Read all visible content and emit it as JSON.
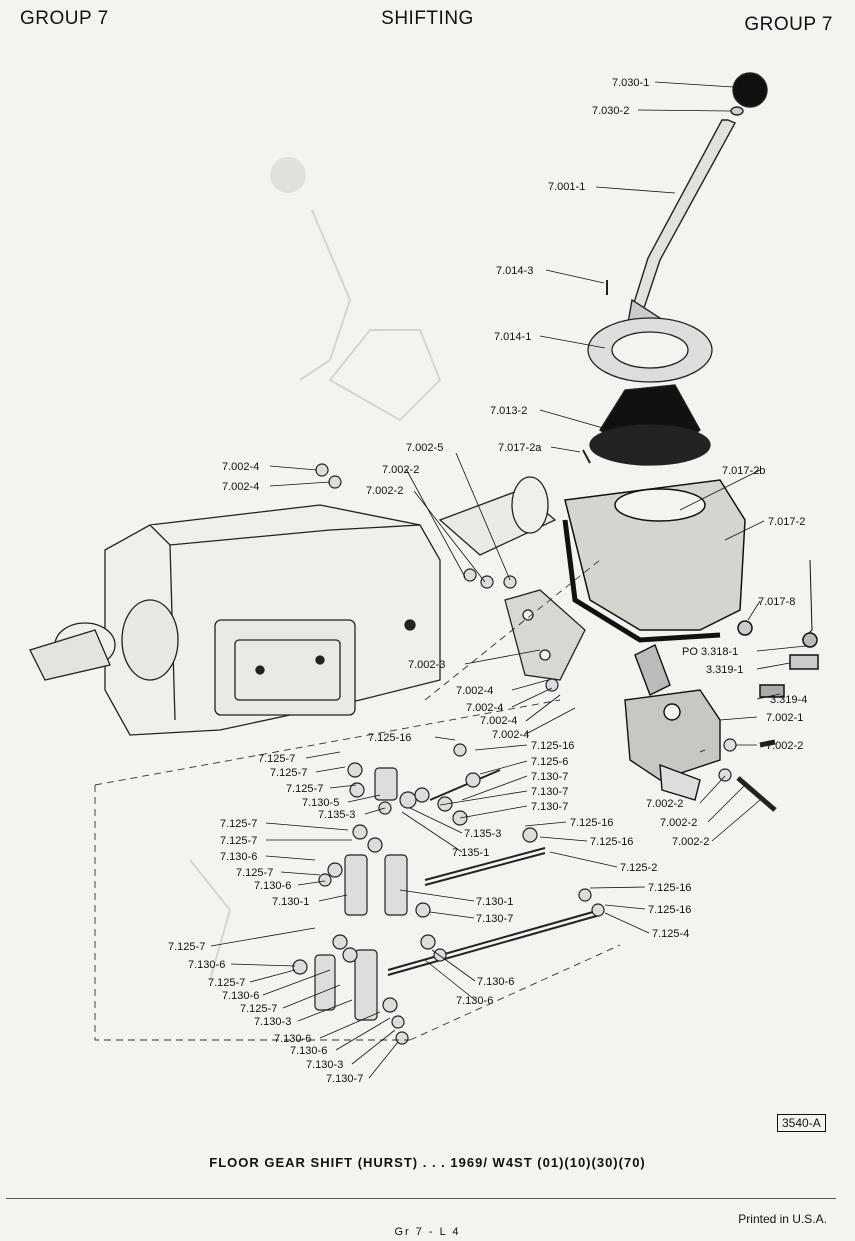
{
  "header": {
    "left": "GROUP 7",
    "center": "SHIFTING",
    "right": "GROUP 7"
  },
  "labels": [
    "7.030-1",
    "7.030-2",
    "7.001-1",
    "7.014-3",
    "7.014-1",
    "7.013-2",
    "7.017-2a",
    "7.002-5",
    "7.002-4",
    "7.002-4",
    "7.002-2",
    "7.002-2",
    "7.017-2b",
    "7.017-2",
    "7.017-8",
    "PO 3.318-1",
    "3.319-1",
    "3.319-4",
    "7.002-1",
    "7.002-2",
    "7.002-3",
    "7.002-4",
    "7.002-4",
    "7.002-4",
    "7.002-4",
    "7.125-16",
    "7.125-16",
    "7.125-6",
    "7.125-7",
    "7.125-7",
    "7.125-7",
    "7.130-5",
    "7.130-7",
    "7.130-7",
    "7.130-7",
    "7.135-3",
    "7.135-3",
    "7.135-1",
    "7.125-16",
    "7.125-16",
    "7.125-7",
    "7.125-7",
    "7.130-6",
    "7.125-7",
    "7.130-6",
    "7.130-1",
    "7.130-1",
    "7.130-7",
    "7.125-2",
    "7.125-16",
    "7.125-16",
    "7.125-4",
    "7.002-2",
    "7.002-2",
    "7.002-2",
    "7.125-7",
    "7.130-6",
    "7.125-7",
    "7.130-6",
    "7.125-7",
    "7.130-3",
    "7.130-6",
    "7.130-6",
    "7.130-3",
    "7.130-7",
    "7.130-6",
    "7.130-6"
  ],
  "figure_number": "3540-A",
  "caption": "FLOOR GEAR SHIFT (HURST) . . . 1969/ W4ST (01)(10)(30)(70)",
  "footer": {
    "printed": "Printed in U.S.A.",
    "page": "Gr 7 - L 4"
  }
}
